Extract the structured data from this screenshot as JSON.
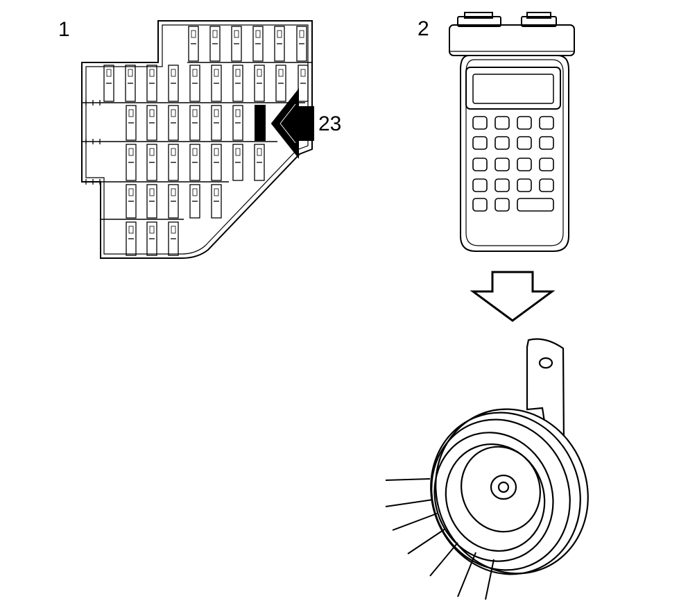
{
  "diagram": {
    "steps": [
      {
        "number": "1"
      },
      {
        "number": "2"
      }
    ],
    "fuse_callout": "23",
    "colors": {
      "line": "#000000",
      "background": "#ffffff"
    },
    "icons": {
      "fuse_box": "fuse-box-icon",
      "scan_tool": "scan-tool-icon",
      "horn": "horn-icon",
      "flow_arrow": "down-arrow-icon",
      "pointer_arrow": "pointer-arrow-icon"
    }
  }
}
